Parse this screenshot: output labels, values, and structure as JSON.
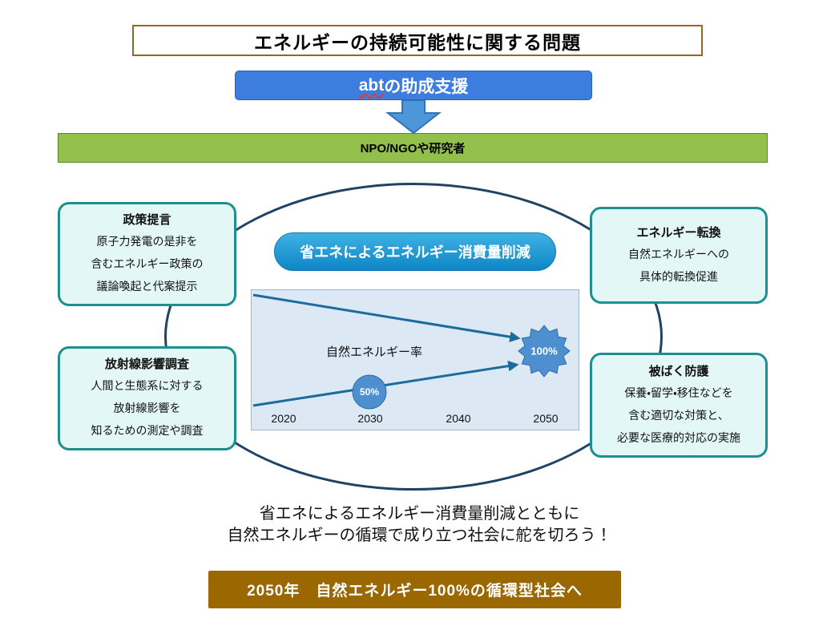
{
  "slide": {
    "title": "エネルギーの持続可能性に関する問題",
    "funder": {
      "highlight": "abt",
      "rest": "の助成支援"
    },
    "actors": "NPO/NGOや研究者",
    "pill": "省エネによるエネルギー消費量削減",
    "chart": {
      "label": "自然エネルギー率",
      "pct50": "50%",
      "pct100": "100%",
      "years": [
        "2020",
        "2030",
        "2040",
        "2050"
      ]
    },
    "boxes": [
      {
        "title": "政策提言",
        "lines": [
          "原子力発電の是非を",
          "含むエネルギー政策の",
          "議論喚起と代案提示"
        ]
      },
      {
        "title": "エネルギー転換",
        "lines": [
          "自然エネルギーへの",
          "具体的転換促進"
        ]
      },
      {
        "title": "放射線影響調査",
        "lines": [
          "人間と生態系に対する",
          "放射線影響を",
          "知るための測定や調査"
        ]
      },
      {
        "title": "被ばく防護",
        "lines": [
          "保養・留学・移住などを",
          "含む適切な対策と、",
          "必要な医療的対応の実施"
        ]
      }
    ],
    "message": [
      "省エネによるエネルギー消費量削減とともに",
      "自然エネルギーの循環で成り立つ社会に舵を切ろう！"
    ],
    "goal": "2050年　自然エネルギー100%の循環型社会へ"
  },
  "chart_data": {
    "type": "line",
    "title": "自然エネルギー率",
    "x_ticks": [
      "2020",
      "2030",
      "2040",
      "2050"
    ],
    "series": [
      {
        "name": "自然エネルギー率",
        "x": [
          "2030",
          "2050"
        ],
        "values_pct": [
          50,
          100
        ]
      }
    ],
    "annotations": [
      {
        "x": "2030",
        "label": "50%",
        "marker": "circle"
      },
      {
        "x": "2050",
        "label": "100%",
        "marker": "starburst"
      }
    ],
    "layout": {
      "background": "#DCE9F5",
      "grid": false,
      "arrows": "two converging arrows ending at 100% starburst in 2050"
    }
  },
  "colors": {
    "title-border": "#8F6B21",
    "funder-blue": "#3D7DDE",
    "funder-border": "#2E62B0",
    "arrow-fill": "#4D96D9",
    "arrow-border": "#2E74B5",
    "green-bar": "#93C04A",
    "green-border": "#59882B",
    "ellipse-border": "#1F4364",
    "pill-top": "#3FB1E3",
    "pill-bottom": "#0E86C6",
    "teal-border": "#1D8F8F",
    "box-bg": "#E4F7F7",
    "chart-bg": "#DCE9F5",
    "chart-border": "#9FB8D1",
    "chart-line": "#1B6B9C",
    "marker-fill": "#4E8FD0",
    "goal-brown": "#9A6700",
    "wavy-red": "#E03C31"
  }
}
